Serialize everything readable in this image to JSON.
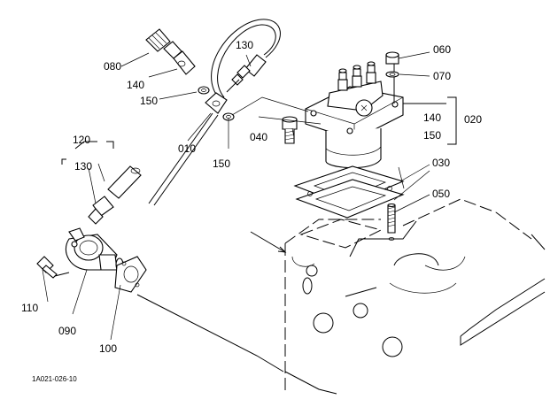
{
  "figure_code": "1A021-026-10",
  "callouts": {
    "c010": "010",
    "c020": "020",
    "c030": "030",
    "c040": "040",
    "c050": "050",
    "c060": "060",
    "c070": "070",
    "c080": "080",
    "c090": "090",
    "c100": "100",
    "c110": "110",
    "c120": "120",
    "c130a": "130",
    "c130b": "130",
    "c140a": "140",
    "c140b": "140",
    "c150a": "150",
    "c150b": "150",
    "c150c": "150"
  }
}
